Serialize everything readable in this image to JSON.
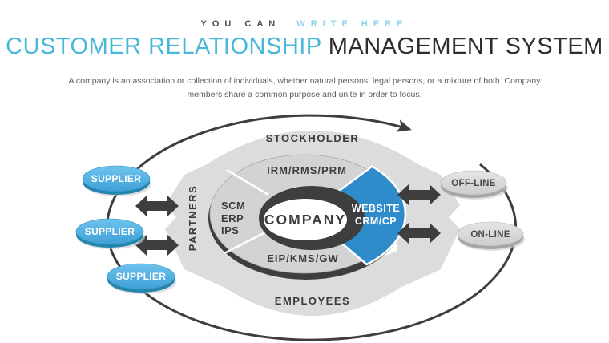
{
  "header": {
    "tagline_left": "YOU CAN",
    "tagline_right": "WRITE HERE",
    "title_highlight": "CUSTOMER RELATIONSHIP",
    "title_rest": "MANAGEMENT SYSTEM",
    "description_line1": "A company is an association or collection of individuals, whether natural persons, legal persons, or a mixture of both. Company",
    "description_line2": "members share a common purpose and unite in order to focus."
  },
  "diagram": {
    "center_label": "COMPANY",
    "ring": {
      "top": "IRM/RMS/PRM",
      "bottom": "EIP/KMS/GW",
      "left": [
        "SCM",
        "ERP",
        "IPS"
      ],
      "right": [
        "WEBSITE",
        "CRM/CP"
      ]
    },
    "outer_labels": {
      "top": "STOCKHOLDER",
      "bottom": "EMPLOYEES",
      "left": "PARTNERS"
    },
    "suppliers": [
      "SUPPLIER",
      "SUPPLIER",
      "SUPPLIER"
    ],
    "channels": [
      "OFF-LINE",
      "ON-LINE"
    ]
  },
  "colors": {
    "accent_blue": "#47b7da",
    "accent_blue_light": "#8ed2e6",
    "title_dark": "#2e2e2e",
    "charcoal": "#3e3e3e",
    "wedge_gray": "#dcdcdc",
    "ring_gray": "#d3d3d3",
    "segment_blue": "#2e8cca",
    "supplier_blue": "#4fadde",
    "supplier_rim": "#2486ad",
    "channel_gray": "#d9d9d9",
    "channel_rim": "#a6a6a6"
  }
}
